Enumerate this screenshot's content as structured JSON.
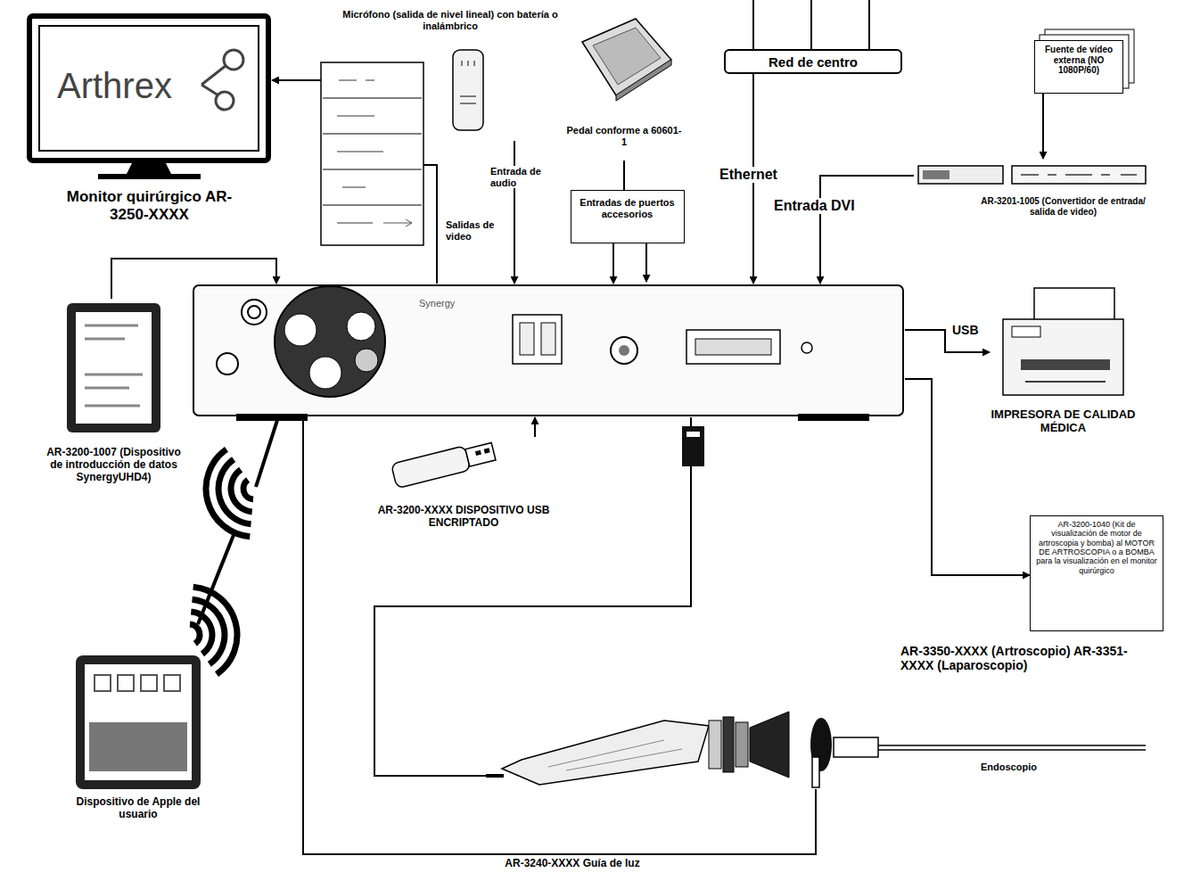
{
  "diagram": {
    "nodes": [
      {
        "text": [
          "Arthrex",
          "Monitor quirúrgico AR-3250-XXXX"
        ]
      },
      {
        "text": [
          "Micrófono (salida de nivel lineal) con batería o inalámbrico"
        ]
      },
      {
        "text": [
          "Pedal conforme a 60601-1"
        ]
      },
      {
        "text": [
          "Red de centro"
        ]
      },
      {
        "text": [
          "Fuente de vídeo externa (NO 1080P/60)"
        ]
      },
      {
        "text": [
          "Entradas de puertos accesorios"
        ]
      },
      {
        "text": [
          "AR-3201-1005 (Convertidor de entrada/ salida de video)"
        ]
      },
      {
        "text": [
          "Synergy"
        ]
      },
      {
        "text": [
          "AR-3200-1007 (Dispositivo de introducción de datos SynergyUHD4)"
        ]
      },
      {
        "text": [
          "IMPRESORA DE CALIDAD MÉDICA"
        ]
      },
      {
        "text": [
          "AR-3200-XXXX DISPOSITIVO USB ENCRIPTADO"
        ]
      },
      {
        "text": [
          "AR-3200-1040 (Kit de visualización de motor de artroscopia y bomba) al MOTOR DE ARTROSCOPIA o a BOMBA para la visualización en el monitor quirúrgico"
        ]
      },
      {
        "text": [
          "AR-3350-XXXX (Artroscopio) AR-3351-XXXX (Laparoscopio)"
        ]
      },
      {
        "text": [
          "Endoscopio"
        ]
      },
      {
        "text": [
          "Dispositivo de Apple del usuario"
        ]
      }
    ],
    "edges": [
      {
        "from": 7,
        "to": 0,
        "label": "Salidas de video",
        "arrow": "to"
      },
      {
        "from": 1,
        "to": 7,
        "label": "Entrada de audio",
        "arrow": "to"
      },
      {
        "from": 2,
        "to": 5,
        "arrow": "none"
      },
      {
        "from": 5,
        "to": 7,
        "arrow": "to"
      },
      {
        "from": 3,
        "to": 7,
        "label": "Ethernet",
        "arrow": "to"
      },
      {
        "from": 4,
        "to": 6,
        "arrow": "to"
      },
      {
        "from": 6,
        "to": 7,
        "label": "Entrada DVI",
        "arrow": "to"
      },
      {
        "from": 8,
        "to": 7,
        "arrow": "to"
      },
      {
        "from": 7,
        "to": 9,
        "label": "USB",
        "arrow": "to"
      },
      {
        "from": 10,
        "to": 7,
        "arrow": "to"
      },
      {
        "from": 7,
        "to": 11,
        "arrow": "to"
      },
      {
        "from": 12,
        "to": 7,
        "arrow": "none"
      },
      {
        "from": 7,
        "to": 13,
        "label": "AR-3240-XXXX Guía de luz",
        "arrow": "none"
      }
    ]
  }
}
